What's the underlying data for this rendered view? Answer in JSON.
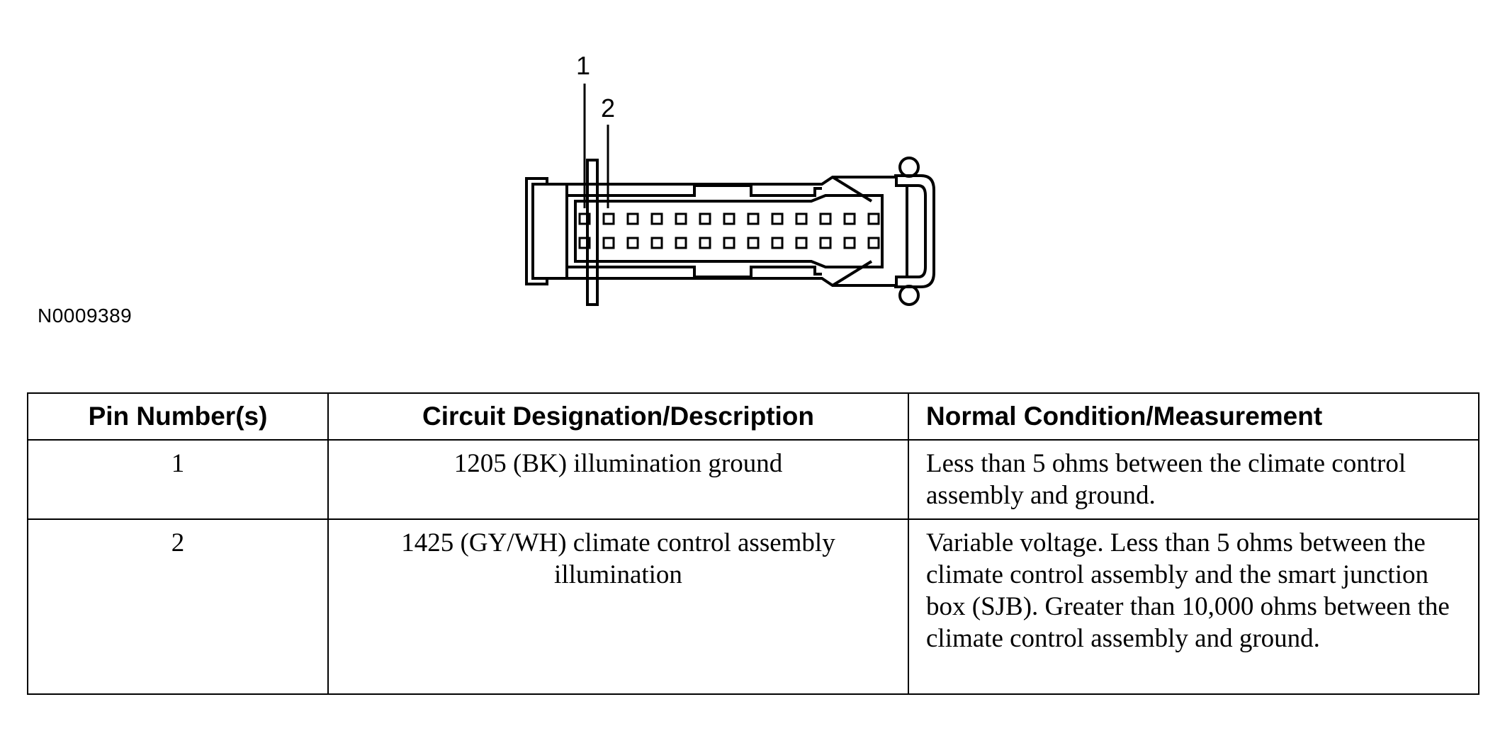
{
  "diagram": {
    "callouts": [
      "1",
      "2"
    ],
    "figure_id": "N0009389"
  },
  "table": {
    "headers": [
      "Pin Number(s)",
      "Circuit Designation/Description",
      "Normal Condition/Measurement"
    ],
    "rows": [
      {
        "pin": "1",
        "circuit": "1205 (BK) illumination ground",
        "condition": "Less than 5 ohms between the climate control assembly and ground."
      },
      {
        "pin": "2",
        "circuit": "1425 (GY/WH) climate control assembly illumination",
        "condition": "Variable voltage. Less than 5 ohms between the climate control assembly and the smart junction box (SJB). Greater than 10,000 ohms between the climate control assembly and ground."
      }
    ]
  }
}
